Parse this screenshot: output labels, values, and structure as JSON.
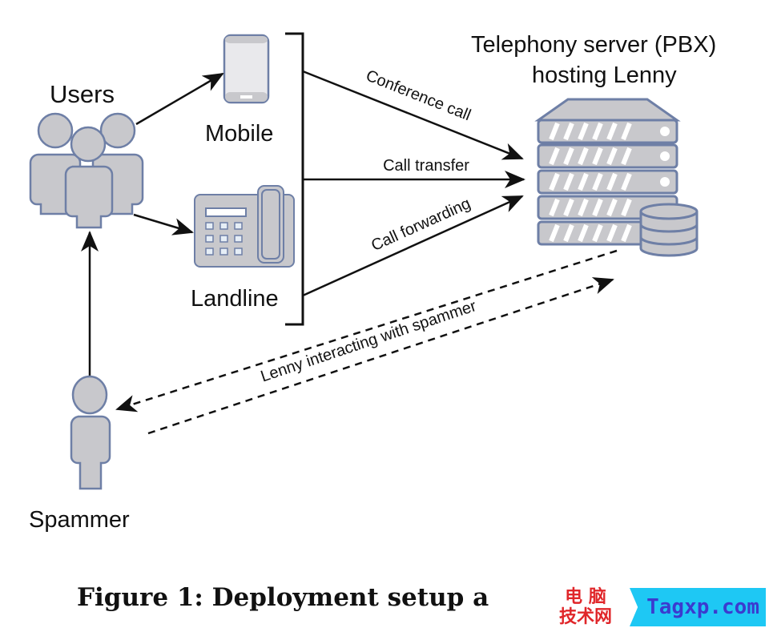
{
  "diagram": {
    "nodes": {
      "users": {
        "label": "Users",
        "icon": "users-group-icon"
      },
      "mobile": {
        "label": "Mobile",
        "icon": "mobile-phone-icon"
      },
      "landline": {
        "label": "Landline",
        "icon": "desk-phone-icon"
      },
      "server": {
        "label_line1": "Telephony server (PBX)",
        "label_line2": "hosting Lenny",
        "icon": "server-database-icon"
      },
      "spammer": {
        "label": "Spammer",
        "icon": "person-icon"
      }
    },
    "edges": [
      {
        "from": "users",
        "to": "mobile",
        "style": "solid"
      },
      {
        "from": "users",
        "to": "landline",
        "style": "solid"
      },
      {
        "from": "spammer",
        "to": "users",
        "style": "solid"
      },
      {
        "from": "phones",
        "to": "server",
        "label": "Conference call",
        "style": "solid"
      },
      {
        "from": "phones",
        "to": "server",
        "label": "Call transfer",
        "style": "solid"
      },
      {
        "from": "phones",
        "to": "server",
        "label": "Call forwarding",
        "style": "solid"
      },
      {
        "from": "server",
        "to": "spammer",
        "label": "Lenny interacting with spammer",
        "style": "dashed",
        "bidirectional": true
      }
    ],
    "colors": {
      "icon_fill": "#c8c8cc",
      "icon_stroke": "#6e7fa6",
      "line": "#111111"
    }
  },
  "caption": "Figure 1: Deployment setup a",
  "watermark": {
    "cn_line1": "电 脑",
    "cn_line2": "技术网",
    "site": "Tagxp.com"
  }
}
